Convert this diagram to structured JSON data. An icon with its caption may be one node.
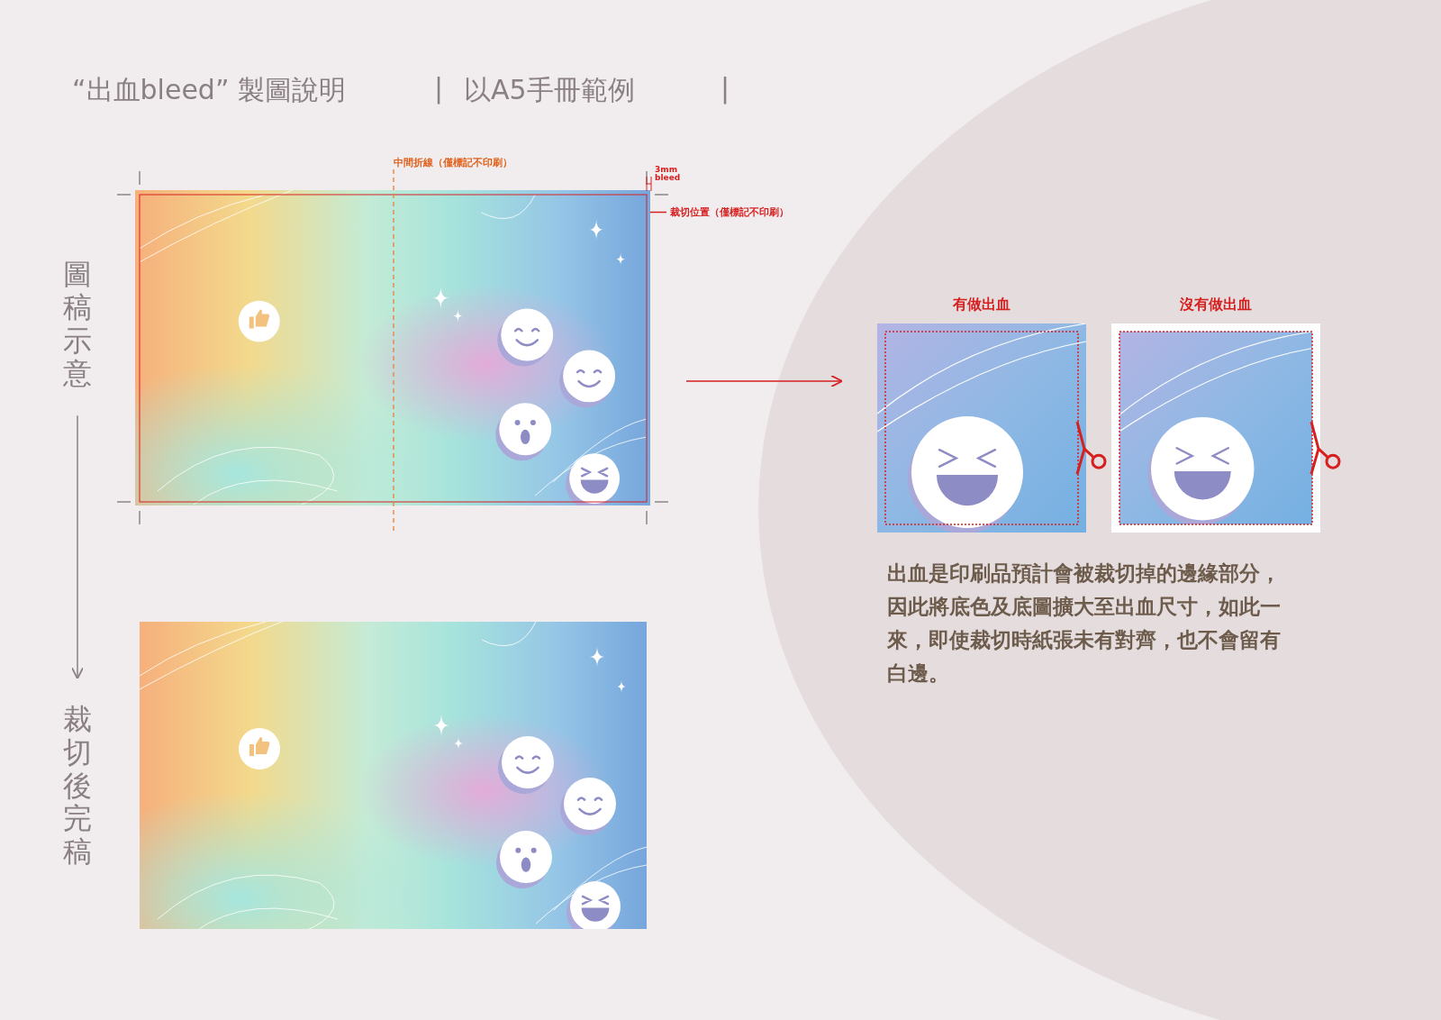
{
  "diagram": {
    "title": "“出血bleed” 製圖說明",
    "nodes": [
      {
        "text": [
          "圖稿示意"
        ]
      },
      {
        "text": [
          "裁切後完稿"
        ]
      },
      {
        "text": [],
        "shape": "picture"
      },
      {
        "text": [],
        "shape": "picture"
      },
      {
        "text": [
          "有做出血"
        ]
      },
      {
        "text": [
          "沒有做出血"
        ]
      },
      {
        "text": [
          "裁切位置（僅標記不印刷）"
        ]
      }
    ],
    "edges": [
      {
        "from": 0,
        "to": 1,
        "arrow": "to",
        "color": "#8a8083"
      },
      {
        "from": 2,
        "to": 4,
        "arrow": "to"
      },
      {
        "from": 6,
        "to": 2,
        "arrow": "none"
      }
    ],
    "labels": [
      "|",
      "以A5手冊範例",
      "|",
      "中間折線（僅標記不印刷）",
      "3mm bleed",
      "出血是印刷品預計會被裁切掉的邊緣部分，因此將底色及底圖擴大至出血尺寸，如此一來，即使裁切時紙張未有對齊，也不會留有白邊。"
    ]
  }
}
